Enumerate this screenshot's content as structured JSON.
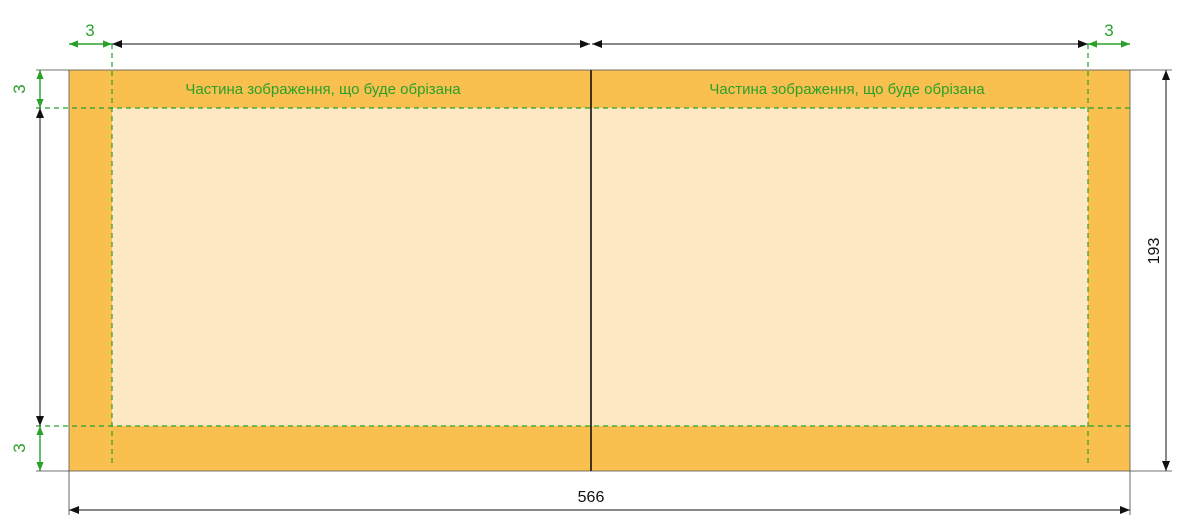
{
  "diagram": {
    "crop_label_left": "Частина зображення, що буде обрізана",
    "crop_label_right": "Частина зображення, що буде обрізана",
    "bleed_top_left": "3",
    "bleed_top_right": "3",
    "bleed_left_top": "3",
    "bleed_left_bottom": "3",
    "total_width": "566",
    "total_height": "193"
  },
  "colors": {
    "bleed_fill": "#f9bf4f",
    "safe_fill": "#fde8c4",
    "guide_green": "#2aa12a",
    "dimension_line": "#111111"
  }
}
